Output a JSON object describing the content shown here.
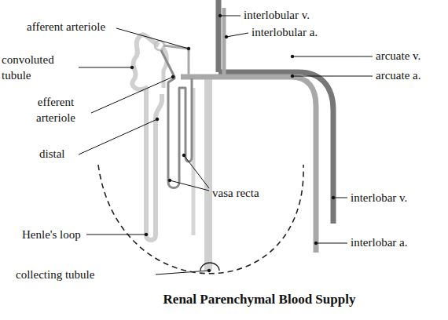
{
  "diagram": {
    "title": "Renal Parenchymal Blood Supply",
    "labels": [
      "interlobular v.",
      "afferent arteriole",
      "interlobular a.",
      "convoluted tubule",
      "arcuate v.",
      "arcuate a.",
      "efferent arteriole",
      "distal",
      "vasa recta",
      "Henle's loop",
      "interlobar v.",
      "interlobar a.",
      "collecting tubule"
    ]
  }
}
